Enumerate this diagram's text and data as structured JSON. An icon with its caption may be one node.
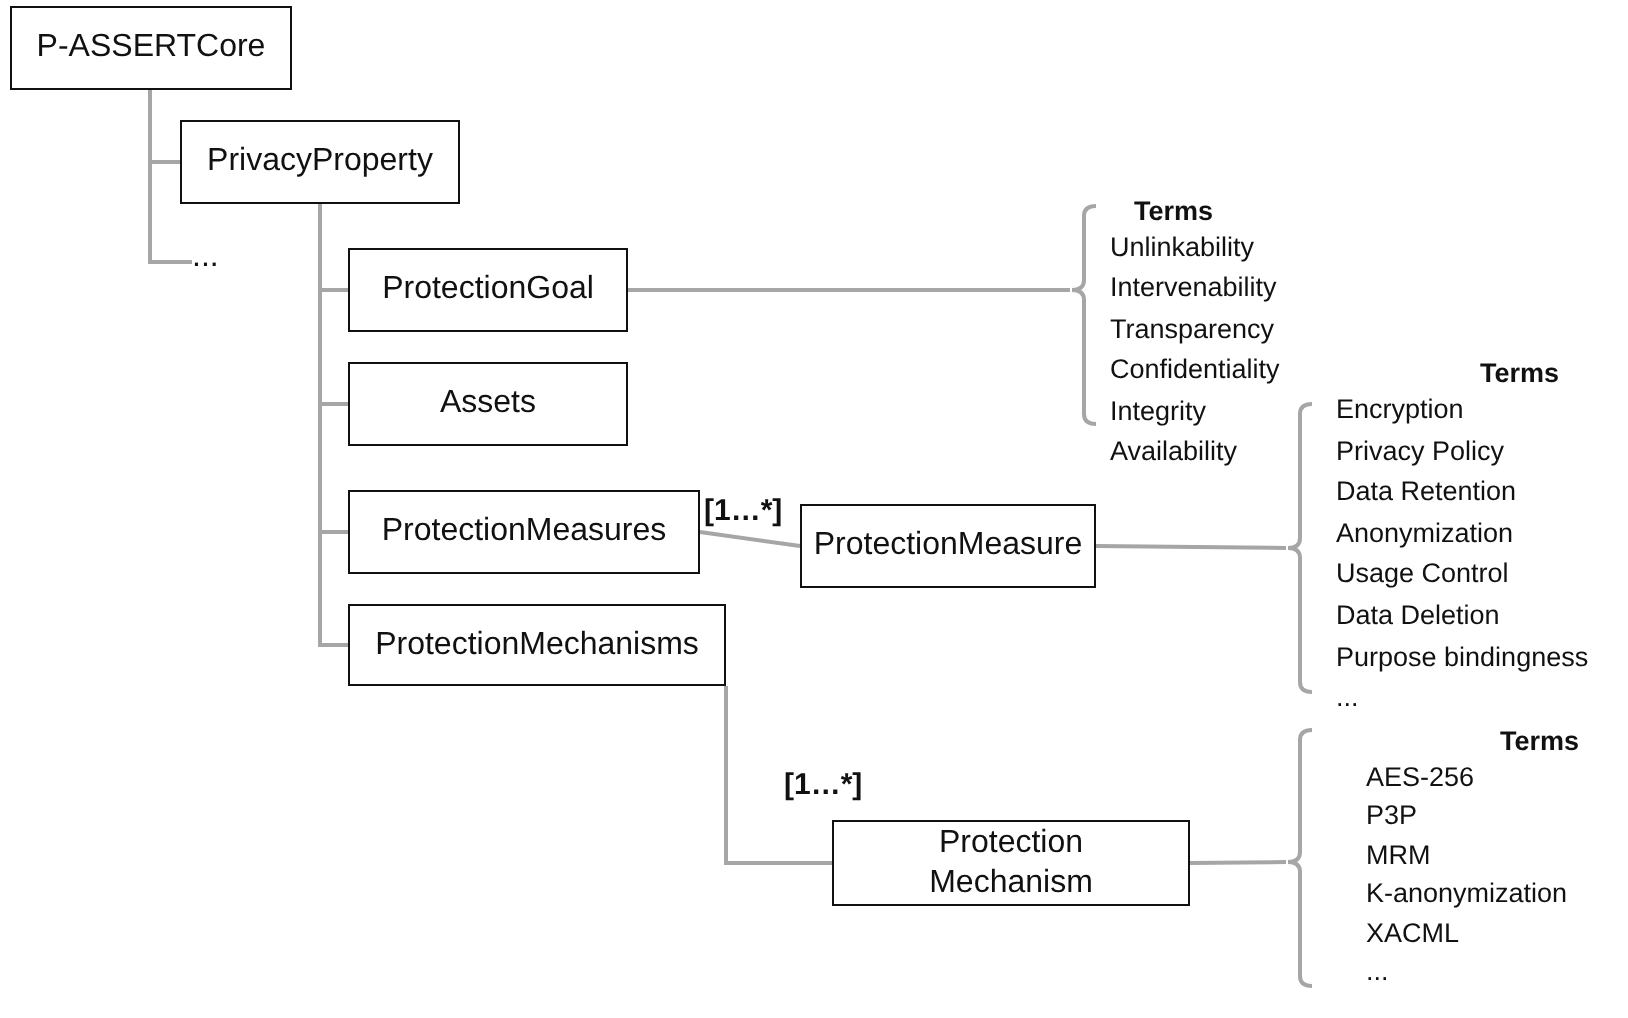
{
  "diagram": {
    "nodes": [
      {
        "text": [
          "P-ASSERTCore"
        ]
      },
      {
        "text": [
          "PrivacyProperty"
        ]
      },
      {
        "text": [
          "..."
        ]
      },
      {
        "text": [
          "ProtectionGoal"
        ]
      },
      {
        "text": [
          "Assets"
        ]
      },
      {
        "text": [
          "ProtectionMeasures"
        ]
      },
      {
        "text": [
          "ProtectionMeasure"
        ]
      },
      {
        "text": [
          "ProtectionMechanisms"
        ]
      },
      {
        "text": [
          "Protection Mechanism"
        ]
      },
      {
        "text": [
          "Terms",
          "Unlinkability",
          "Intervenability",
          "Transparency",
          "Confidentiality",
          "Integrity",
          "Availability"
        ]
      },
      {
        "text": [
          "Terms",
          "Encryption",
          "Privacy Policy",
          "Data Retention",
          "Anonymization",
          "Usage Control",
          "Data Deletion",
          "Purpose bindingness",
          "..."
        ]
      },
      {
        "text": [
          "Terms",
          "AES-256",
          "P3P",
          "MRM",
          "K-anonymization",
          "XACML",
          "..."
        ]
      }
    ],
    "edges": [
      {
        "from": 0,
        "to": 1,
        "arrow": "none"
      },
      {
        "from": 0,
        "to": 2,
        "arrow": "none"
      },
      {
        "from": 1,
        "to": 3,
        "arrow": "none"
      },
      {
        "from": 1,
        "to": 4,
        "arrow": "none"
      },
      {
        "from": 1,
        "to": 5,
        "arrow": "none"
      },
      {
        "from": 1,
        "to": 7,
        "arrow": "none"
      },
      {
        "from": 5,
        "to": 6,
        "arrow": "none",
        "label": "[1…*]"
      },
      {
        "from": 7,
        "to": 8,
        "arrow": "none",
        "label": "[1…*]"
      },
      {
        "from": 3,
        "to": 9,
        "arrow": "none"
      },
      {
        "from": 6,
        "to": 10,
        "arrow": "none"
      },
      {
        "from": 8,
        "to": 11,
        "arrow": "none"
      }
    ]
  }
}
